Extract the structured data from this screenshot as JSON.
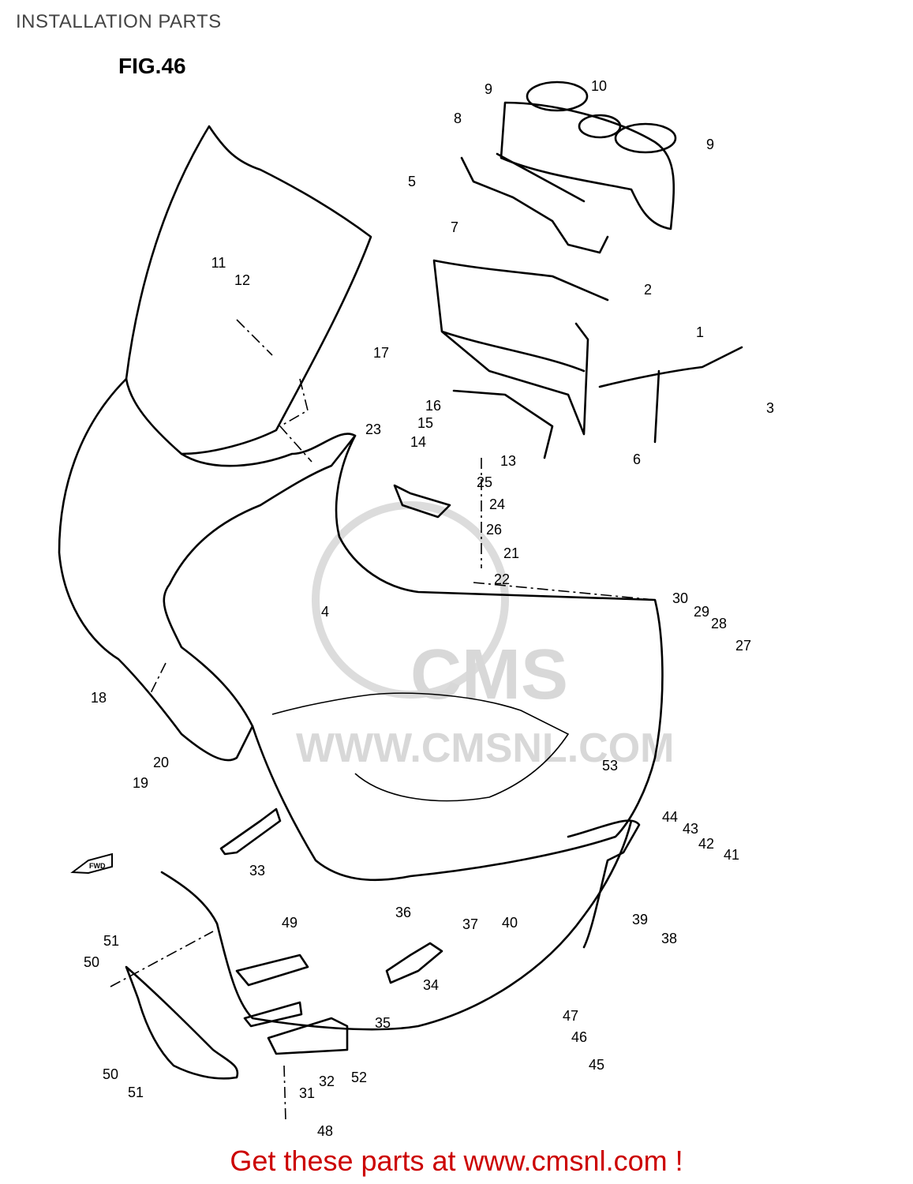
{
  "header": {
    "title": "INSTALLATION PARTS",
    "figure": "FIG.46"
  },
  "watermark": {
    "brand": "CMS",
    "url": "WWW.CMSNL.COM"
  },
  "fwd_arrow_label": "FWD",
  "footer": {
    "text": "Get these parts at www.cmsnl.com !",
    "color": "#cc0000"
  },
  "callouts": [
    "1",
    "2",
    "3",
    "4",
    "5",
    "6",
    "7",
    "8",
    "9",
    "9",
    "10",
    "11",
    "12",
    "13",
    "14",
    "15",
    "16",
    "17",
    "18",
    "19",
    "20",
    "21",
    "22",
    "23",
    "24",
    "25",
    "26",
    "27",
    "28",
    "29",
    "30",
    "31",
    "32",
    "33",
    "34",
    "35",
    "36",
    "37",
    "38",
    "39",
    "40",
    "41",
    "42",
    "43",
    "44",
    "45",
    "46",
    "47",
    "48",
    "49",
    "50",
    "50",
    "51",
    "51",
    "52",
    "53"
  ]
}
